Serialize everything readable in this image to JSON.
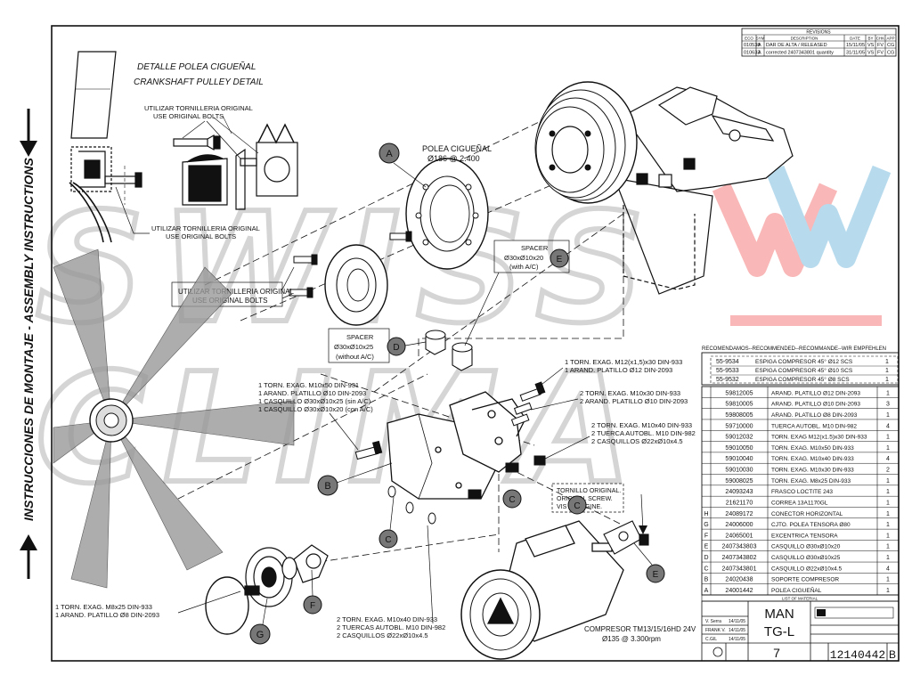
{
  "side_title": "INSTRUCCIONES DE MONTAJE - ASSEMBLY INSTRUCTIONS",
  "watermark": {
    "line1": "SWISS",
    "line2": "CLIMA"
  },
  "revisions": {
    "title": "REVISIONS",
    "headers": [
      "ECO",
      "SYM",
      "DESCRIPTION",
      "DATE",
      "BY",
      "CHK",
      "APP"
    ],
    "rows": [
      [
        "010538",
        "A",
        "DAR DE ALTA / RELEASED",
        "15/11/05",
        "VS",
        "FV",
        "CG"
      ],
      [
        "010633",
        "A",
        "corrected 2407343801 quantity",
        "31/11/05",
        "VS",
        "FV",
        "CG"
      ]
    ]
  },
  "labels": {
    "detail_es": "DETALLE POLEA CIGUEÑAL",
    "detail_en": "CRANKSHAFT PULLEY DETAIL",
    "bolts_1_es": "UTILIZAR TORNILLERIA ORIGINAL",
    "bolts_1_en": "USE ORIGINAL BOLTS",
    "bolts_2_es": "UTILIZAR TORNILLERIA ORIGINAL",
    "bolts_2_en": "USE ORIGINAL BOLTS",
    "bolts_3_es": "UTILIZAR TORNILLERIA ORIGINAL",
    "bolts_3_en": "USE ORIGINAL BOLTS",
    "pulley_title": "POLEA CIGUEÑAL",
    "pulley_spec": "Ø186 @ 2.400",
    "spacer_ac_1": "SPACER",
    "spacer_ac_2": "Ø30xØ10x20",
    "spacer_ac_3": "(with A/C)",
    "spacer_noac_1": "SPACER",
    "spacer_noac_2": "Ø30xØ10x25",
    "spacer_noac_3": "(without A/C)",
    "note_m12_1": "1  TORN. EXAG. M12(x1,5)x30  DIN-933",
    "note_m12_2": "1  ARAND. PLATILLO Ø12  DIN-2093",
    "note_m10x30_1": "2  TORN. EXAG. M10x30  DIN-933",
    "note_m10x30_2": "2  ARAND. PLATILLO Ø10  DIN-2093",
    "note_m10x50_1": "1  TORN. EXAG. M10x50  DIN-931",
    "note_m10x50_2": "1  ARAND. PLATILLO Ø10  DIN-2093",
    "note_m10x50_3": "1  CASQUILLO Ø30xØ10x25  (sin A/C)",
    "note_m10x50_4": "1  CASQUILLO Ø30xØ10x20  (con A/C)",
    "note_m10x40_1": "2  TORN. EXAG. M10x40  DIN-933",
    "note_m10x40_2": "2  TUERCA AUTOBL. M10  DIN-982",
    "note_m10x40_3": "2  CASQUILLOS  Ø22xØ10x4.5",
    "note_orig_1": "TORNILLO ORIGINAL.",
    "note_orig_2": "ORIGINAL SCREW.",
    "note_orig_3": "VIS D'ORIGINE.",
    "note_m8_1": "1  TORN. EXAG. M8x25  DIN-933",
    "note_m8_2": "1  ARAND. PLATILLO Ø8  DIN-2093",
    "note_bot_1": "2  TORN. EXAG. M10x40  DIN-933",
    "note_bot_2": "2  TUERCAS AUTOBL. M10  DIN-982",
    "note_bot_3": "2  CASQUILLOS  Ø22xØ10x4.5",
    "compressor_1": "COMPRESOR TM13/15/16HD 24V",
    "compressor_2": "Ø135 @ 3.300rpm"
  },
  "callouts": [
    "A",
    "E",
    "D",
    "B",
    "C",
    "C",
    "C",
    "E",
    "F",
    "G"
  ],
  "bom": {
    "recommended_header": "RECOMENDAMOS--RECOMMENDED--RECOMMANDE--WIR EMPFEHLEN",
    "recommended": [
      [
        "55-9534",
        "ESPIGA  COMPRESOR 45°  Ø12  SCS",
        "1"
      ],
      [
        "55-9533",
        "ESPIGA  COMPRESOR 45°  Ø10  SCS",
        "1"
      ],
      [
        "55-9532",
        "ESPIGA  COMPRESOR 45°  Ø8  SCS",
        "1"
      ]
    ],
    "rows": [
      [
        "",
        "59812005",
        "ARAND. PLATILLO Ø12  DIN-2093",
        "1"
      ],
      [
        "",
        "59810005",
        "ARAND. PLATILLO Ø10  DIN-2093",
        "3"
      ],
      [
        "",
        "59808005",
        "ARAND. PLATILLO Ø8  DIN-2093",
        "1"
      ],
      [
        "",
        "59710000",
        "TUERCA AUTOBL. M10  DIN-982",
        "4"
      ],
      [
        "",
        "59012032",
        "TORN. EXAG M12(x1.5)x30  DIN-933",
        "1"
      ],
      [
        "",
        "59010050",
        "TORN. EXAG. M10x50  DIN-933",
        "1"
      ],
      [
        "",
        "59010040",
        "TORN. EXAG. M10x40  DIN-933",
        "4"
      ],
      [
        "",
        "59010030",
        "TORN. EXAG. M10x30  DIN-933",
        "2"
      ],
      [
        "",
        "59008025",
        "TORN. EXAG. M8x25  DIN-933",
        "1"
      ],
      [
        "",
        "24093243",
        "FRASCO LOCTITE 243",
        "1"
      ],
      [
        "",
        "21621170",
        "CORREA 13A1170GL",
        "1"
      ],
      [
        "H",
        "24089172",
        "CONECTOR HORIZONTAL",
        "1"
      ],
      [
        "G",
        "24006000",
        "CJTO. POLEA TENSORA Ø80",
        "1"
      ],
      [
        "F",
        "24065001",
        "EXCENTRICA TENSORA",
        "1"
      ],
      [
        "E",
        "2407343803",
        "CASQUILLO Ø30xØ10x20",
        "1"
      ],
      [
        "D",
        "2407343802",
        "CASQUILLO Ø30xØ10x25",
        "1"
      ],
      [
        "C",
        "2407343801",
        "CASQUILLO Ø22xØ10x4.5",
        "4"
      ],
      [
        "B",
        "24020438",
        "SOPORTE COMPRESOR",
        "1"
      ],
      [
        "A",
        "24001442",
        "POLEA CIGUEÑAL",
        "1"
      ]
    ],
    "list_title": "LIST OF MATERIAL"
  },
  "title_block": {
    "drawn": "V. Serra",
    "checked": "FRANK V.",
    "approved": "C.GIL",
    "date_1": "14/11/05",
    "date_2": "14/11/05",
    "date_3": "14/11/05",
    "model_1": "MAN",
    "model_2": "TG-L",
    "sheet": "7",
    "drawing_number": "12140442",
    "revision": "B"
  }
}
